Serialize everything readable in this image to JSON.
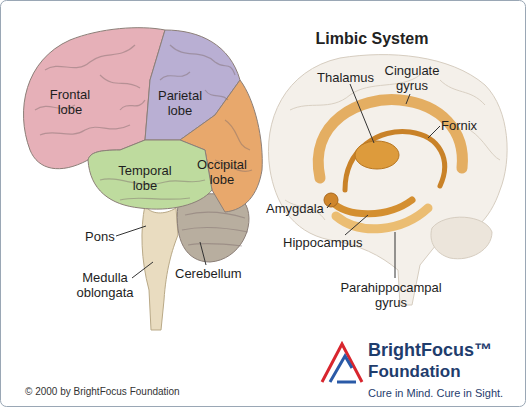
{
  "diagram": {
    "title": "Limbic System",
    "labels": [
      "Frontal lobe",
      "Parietal lobe",
      "Temporal lobe",
      "Occipital lobe",
      "Pons",
      "Medulla oblongata",
      "Cerebellum",
      "Thalamus",
      "Cingulate gyrus",
      "Fornix",
      "Amygdala",
      "Hippocampus",
      "Parahippocampal gyrus",
      "© 2000 by BrightFocus Foundation",
      "BrightFocus™",
      "Foundation",
      "Cure in Mind. Cure in Sight."
    ]
  }
}
